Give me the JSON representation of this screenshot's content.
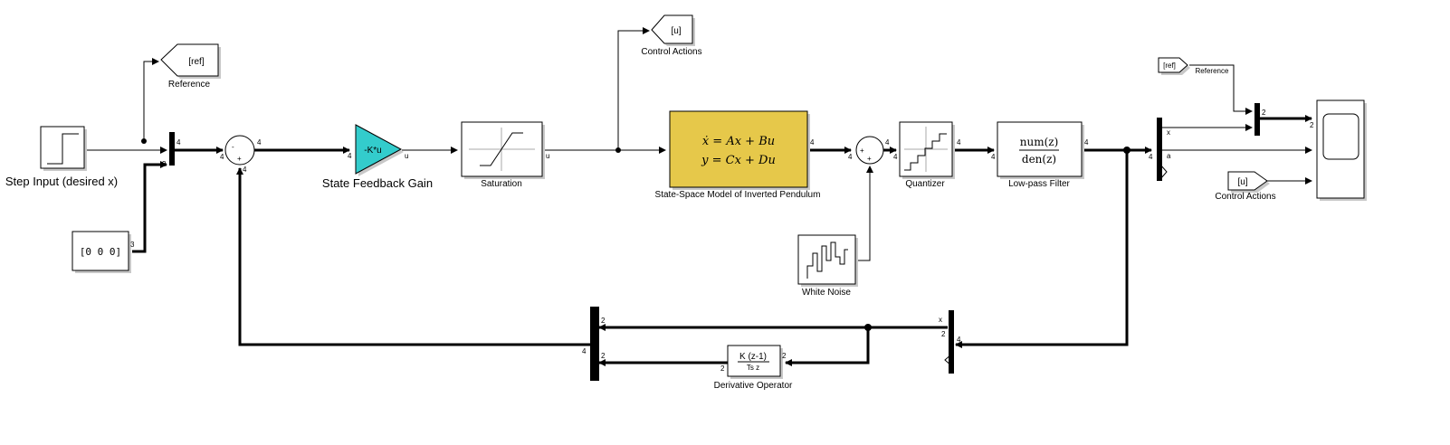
{
  "blocks": {
    "step": {
      "label": "Step Input (desired x)"
    },
    "constant": {
      "value": "[0 0 0]"
    },
    "goto_ref": {
      "tag": "[ref]",
      "label": "Reference"
    },
    "goto_u": {
      "tag": "[u]",
      "label": "Control Actions"
    },
    "gain": {
      "text": "-K*u",
      "label": "State Feedback Gain",
      "color": "#33cccc"
    },
    "saturation": {
      "label": "Saturation"
    },
    "statespace": {
      "eq1": "ẋ = Ax + Bu",
      "eq2": "y = Cx + Du",
      "label": "State-Space Model of Inverted Pendulum",
      "color": "#e6c84a"
    },
    "quantizer": {
      "label": "Quantizer"
    },
    "lowpass": {
      "num": "num(z)",
      "den": "den(z)",
      "label": "Low-pass Filter"
    },
    "noise": {
      "label": "White Noise"
    },
    "from_ref": {
      "tag": "[ref]",
      "label": "Reference"
    },
    "from_u": {
      "tag": "[u]",
      "label": "Control Actions"
    },
    "derivative": {
      "num": "K (z-1)",
      "den": "Ts z",
      "label": "Derivative Operator"
    }
  },
  "ports": {
    "mux1_out": "4",
    "mux1_in": "3",
    "const_out": "3",
    "sum1_in": "4",
    "sum1_out": "4",
    "sum1_fb": "4",
    "sum1_minus": "-",
    "sum1_plus": "+",
    "gain_in": "4",
    "gain_out": "u",
    "sat_out": "u",
    "ss_out": "4",
    "sum2_in": "4",
    "sum2_out": "4",
    "sum2_plus1": "+",
    "sum2_plus2": "+",
    "quant_in": "4",
    "quant_out": "4",
    "lp_in": "4",
    "lp_out": "4",
    "demux_in": "4",
    "demux_x": "x",
    "demux_a": "a",
    "mux2_in": "2",
    "mux2_out": "2",
    "scope_in": "2",
    "fb_demux_in": "4",
    "fb_demux_x": "x",
    "fb_demux_2": "2",
    "fb_mux_in1": "2",
    "fb_mux_in2": "2",
    "fb_mux_out": "4",
    "deriv_in": "2",
    "deriv_out": "2"
  }
}
